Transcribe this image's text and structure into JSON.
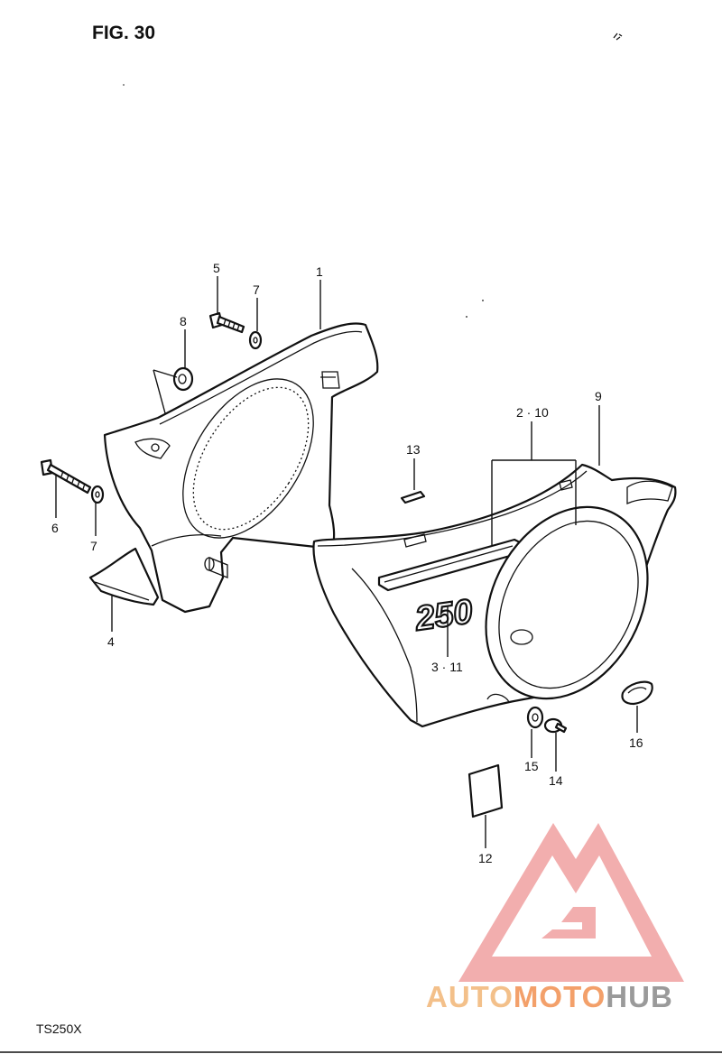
{
  "figure_title": "FIG. 30",
  "model_code": "TS250X",
  "badge_text": "250",
  "callouts": {
    "c1": "1",
    "c2_10": "2 · 10",
    "c3_11": "3 · 11",
    "c4": "4",
    "c5": "5",
    "c6": "6",
    "c7a": "7",
    "c7b": "7",
    "c8": "8",
    "c9": "9",
    "c12": "12",
    "c13": "13",
    "c14": "14",
    "c15": "15",
    "c16": "16"
  },
  "watermark": {
    "word_auto": "AUTO",
    "word_moto": "MOTO",
    "word_hub": "HUB",
    "color_auto": "#f3c08a",
    "color_moto": "#f3a06a",
    "color_hub": "#9a9a9a",
    "logo_color": "#f0a0a0"
  }
}
